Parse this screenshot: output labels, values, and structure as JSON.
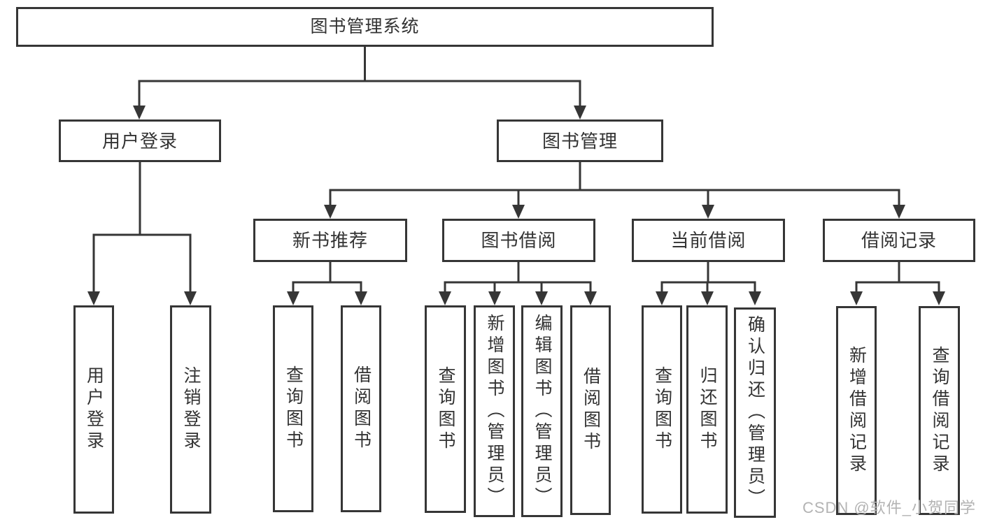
{
  "diagram": {
    "title": "图书管理系统",
    "nodes": {
      "root": "图书管理系统",
      "l2_user": "用户登录",
      "l2_books": "图书管理",
      "l3_newbook": "新书推荐",
      "l3_borrow": "图书借阅",
      "l3_current": "当前借阅",
      "l3_records": "借阅记录",
      "leaf_user_login": "用户登录",
      "leaf_user_logout": "注销登录",
      "leaf_nb_query": "查询图书",
      "leaf_nb_borrow": "借阅图书",
      "leaf_bb_query": "查询图书",
      "leaf_bb_add": "新增图书（管理员）",
      "leaf_bb_edit": "编辑图书（管理员）",
      "leaf_bb_borrow": "借阅图书",
      "leaf_cb_query": "查询图书",
      "leaf_cb_return": "归还图书",
      "leaf_cb_confirm": "确认归还（管理员）",
      "leaf_br_add": "新增借阅记录",
      "leaf_br_query": "查询借阅记录"
    },
    "hierarchy": [
      {
        "label": "用户登录",
        "children": [
          "用户登录",
          "注销登录"
        ]
      },
      {
        "label": "图书管理",
        "children": [
          {
            "label": "新书推荐",
            "children": [
              "查询图书",
              "借阅图书"
            ]
          },
          {
            "label": "图书借阅",
            "children": [
              "查询图书",
              "新增图书（管理员）",
              "编辑图书（管理员）",
              "借阅图书"
            ]
          },
          {
            "label": "当前借阅",
            "children": [
              "查询图书",
              "归还图书",
              "确认归还（管理员）"
            ]
          },
          {
            "label": "借阅记录",
            "children": [
              "新增借阅记录",
              "查询借阅记录"
            ]
          }
        ]
      }
    ],
    "colors": {
      "line": "#363636",
      "text": "#333333",
      "background": "#ffffff",
      "watermark": "#b3b3b3"
    }
  },
  "watermark": "CSDN @软件_小贺同学"
}
